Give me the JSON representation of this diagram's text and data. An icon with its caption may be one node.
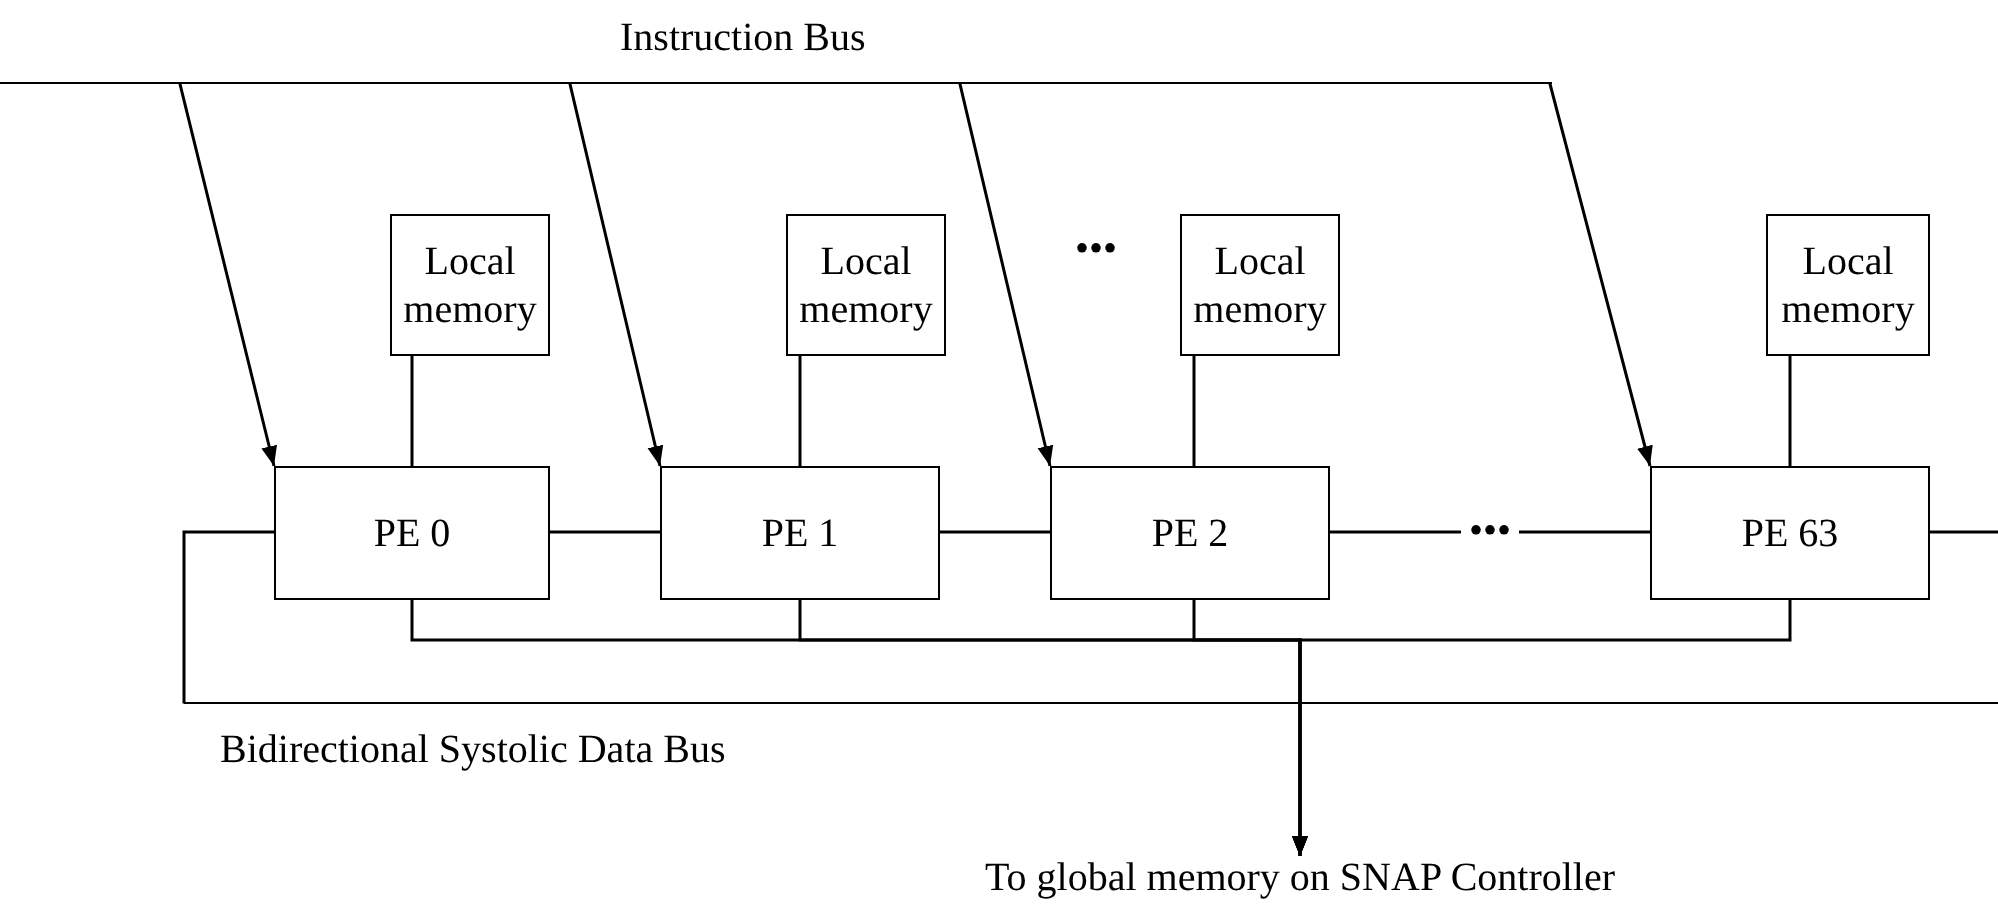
{
  "diagram": {
    "nodes": [
      {
        "text": [
          "Instruction Bus"
        ]
      },
      {
        "text": [
          "Local memory"
        ]
      },
      {
        "text": [
          "Local memory"
        ]
      },
      {
        "text": [
          "Local memory"
        ]
      },
      {
        "text": [
          "Local memory"
        ]
      },
      {
        "text": [
          "PE 0"
        ]
      },
      {
        "text": [
          "PE 1"
        ]
      },
      {
        "text": [
          "PE 2"
        ]
      },
      {
        "text": [
          "PE 63"
        ]
      },
      {
        "text": [
          "Bidirectional Systolic Data Bus"
        ]
      },
      {
        "text": [
          "To global memory on SNAP Controller"
        ]
      }
    ],
    "edges": [
      {
        "from": 0,
        "to": 5,
        "arrow": "to"
      },
      {
        "from": 0,
        "to": 6,
        "arrow": "to"
      },
      {
        "from": 0,
        "to": 7,
        "arrow": "to"
      },
      {
        "from": 0,
        "to": 8,
        "arrow": "to"
      },
      {
        "from": 1,
        "to": 5,
        "arrow": "none"
      },
      {
        "from": 2,
        "to": 6,
        "arrow": "none"
      },
      {
        "from": 3,
        "to": 7,
        "arrow": "none"
      },
      {
        "from": 4,
        "to": 8,
        "arrow": "none"
      },
      {
        "from": 5,
        "to": 6,
        "arrow": "none"
      },
      {
        "from": 6,
        "to": 7,
        "arrow": "none"
      },
      {
        "from": 7,
        "to": 8,
        "arrow": "none",
        "label": "•••"
      },
      {
        "from": 8,
        "to": null,
        "arrow": "none"
      },
      {
        "from": 5,
        "to": 9,
        "arrow": "none"
      },
      {
        "from": 5,
        "to": 10,
        "arrow": "to"
      },
      {
        "from": 6,
        "to": 10,
        "arrow": "to"
      },
      {
        "from": 7,
        "to": 10,
        "arrow": "to"
      },
      {
        "from": 8,
        "to": 10,
        "arrow": "to"
      }
    ],
    "labels": [
      "•••"
    ]
  }
}
